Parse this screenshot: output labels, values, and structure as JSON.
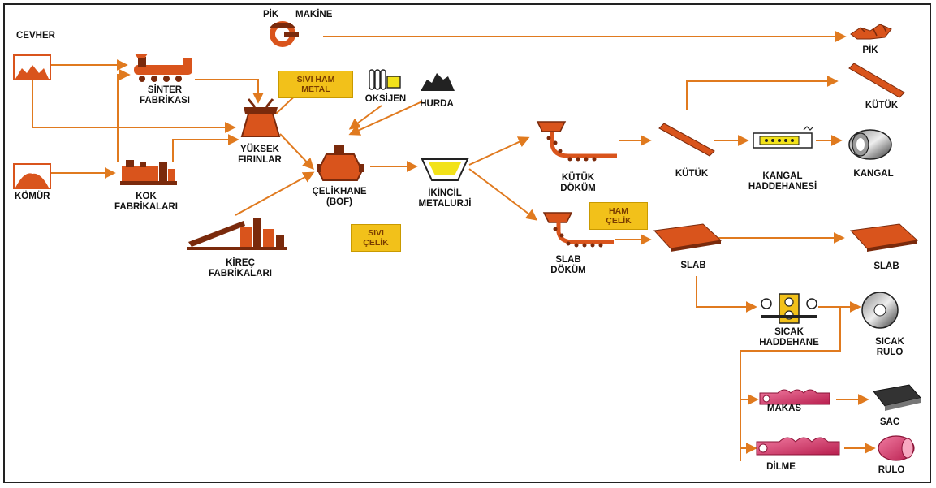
{
  "colors": {
    "arrow": "#e07a1f",
    "equipment": "#d9541c",
    "equipment_dark": "#7a2a0c",
    "label_box": "#f2c11a",
    "label_box_text": "#7a3d00",
    "product_pink": "#d12a5c",
    "steel_grey": "#555555"
  },
  "nodes": {
    "cevher": "CEVHER",
    "komur": "KÖMÜR",
    "sinter": "SİNTER\nFABRİKASI",
    "kok": "KOK\nFABRİKALARI",
    "pik_makine_pik": "PİK",
    "pik_makine_makine": "MAKİNE",
    "pik_product": "PİK",
    "yuksek": "YÜKSEK\nFIRINLAR",
    "sivi_ham_metal": "SIVI HAM\nMETAL",
    "oksijen": "OKSİJEN",
    "hurda": "HURDA",
    "celikhane": "ÇELİKHANE\n(BOF)",
    "sivi_celik": "SIVI\nÇELİK",
    "kirec": "KİREÇ\nFABRİKALARI",
    "ikincil": "İKİNCİL\nMETALURJİ",
    "kutuk_dokum": "KÜTÜK\nDÖKÜM",
    "ham_celik": "HAM\nÇELİK",
    "slab_dokum": "SLAB\nDÖKÜM",
    "kutuk_mid": "KÜTÜK",
    "kutuk_product": "KÜTÜK",
    "kangal_haddehanesi": "KANGAL\nHADDEHANESİ",
    "kangal_product": "KANGAL",
    "slab_mid": "SLAB",
    "slab_product": "SLAB",
    "sicak_haddehane": "SICAK\nHADDEHANE",
    "sicak_rulo": "SICAK\nRULO",
    "makas": "MAKAS",
    "sac": "SAC",
    "dilme": "DİLME",
    "rulo": "RULO"
  }
}
